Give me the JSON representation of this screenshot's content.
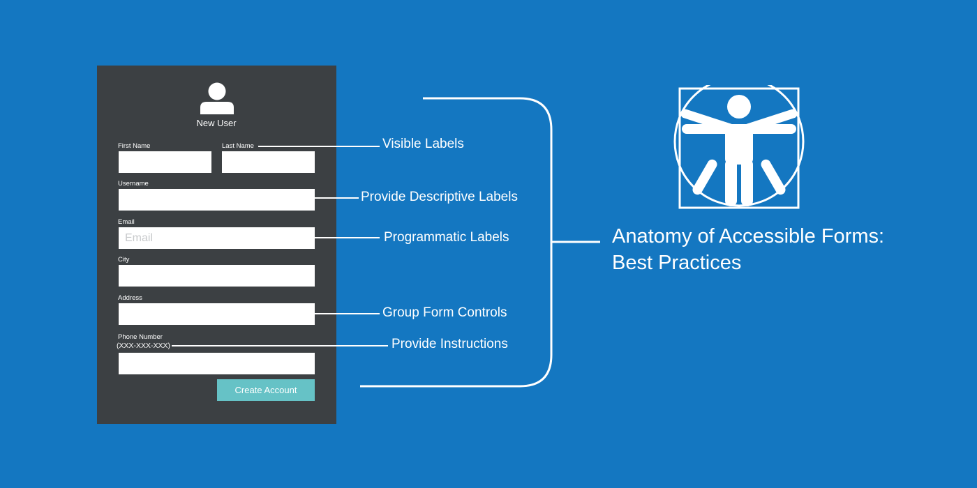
{
  "form": {
    "heading": "New User",
    "fields": {
      "first_name": {
        "label": "First Name"
      },
      "last_name": {
        "label": "Last Name"
      },
      "username": {
        "label": "Username"
      },
      "email": {
        "label": "Email",
        "placeholder": "Email"
      },
      "city": {
        "label": "City"
      },
      "address": {
        "label": "Address"
      },
      "phone": {
        "label": "Phone Number",
        "hint": "(XXX-XXX-XXX)"
      }
    },
    "submit_label": "Create Account"
  },
  "callouts": [
    {
      "text": "Visible Labels"
    },
    {
      "text": "Provide Descriptive Labels"
    },
    {
      "text": "Programmatic Labels"
    },
    {
      "text": "Group Form Controls"
    },
    {
      "text": "Provide Instructions"
    }
  ],
  "title": {
    "line1": "Anatomy of Accessible Forms:",
    "line2": "Best Practices"
  },
  "icons": {
    "avatar": "user-avatar-icon",
    "figure": "accessibility-figure-icon"
  },
  "colors": {
    "background": "#1477c1",
    "panel": "#3c4043",
    "button": "#66c2c6",
    "text": "#ffffff"
  }
}
